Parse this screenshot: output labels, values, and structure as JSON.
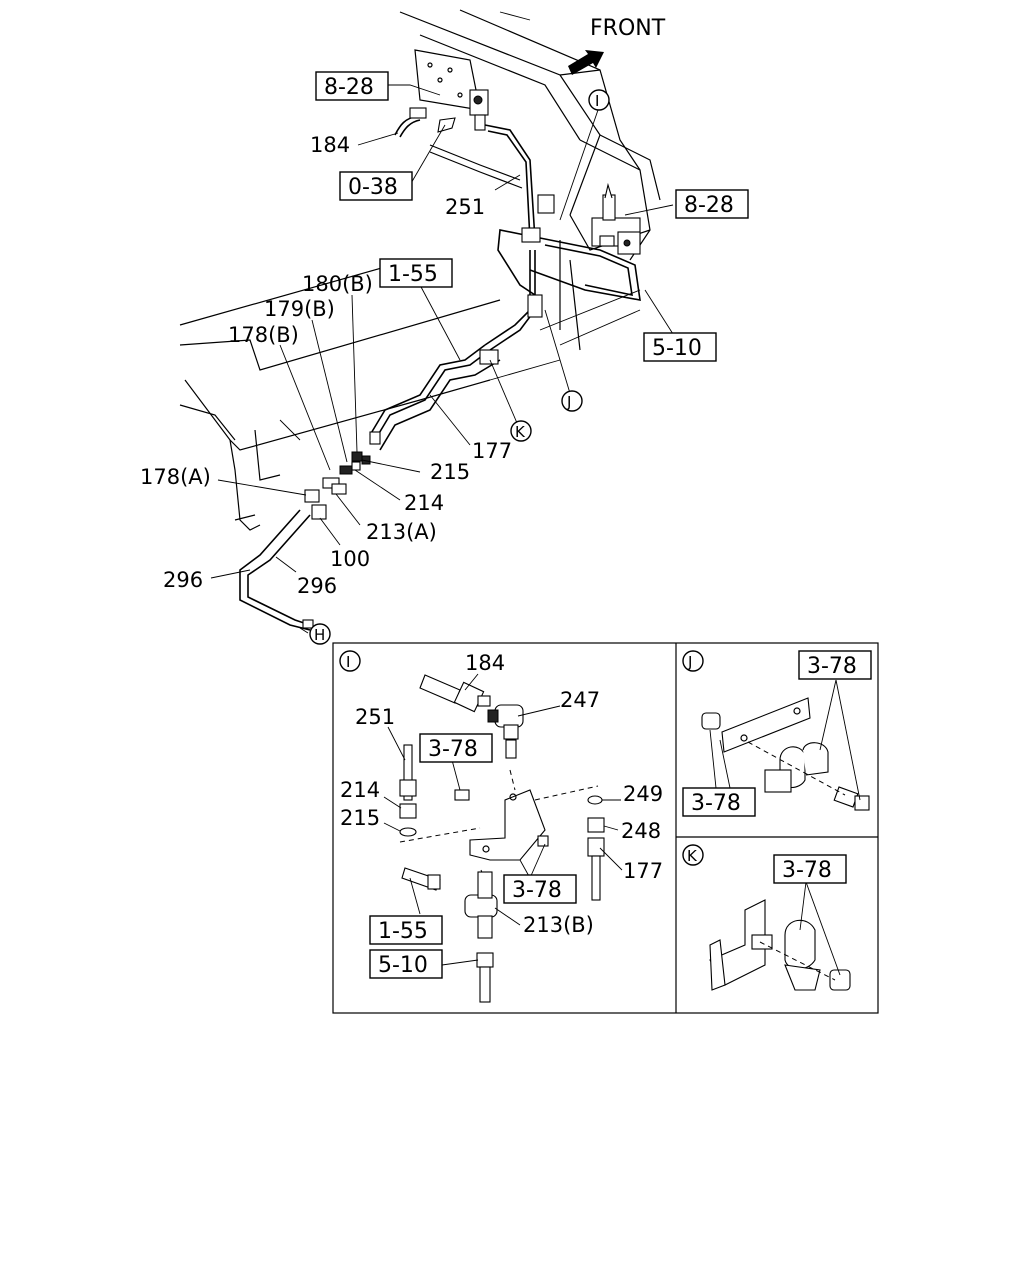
{
  "header": {
    "front_label": "FRONT"
  },
  "refs": {
    "r828a": "8-28",
    "r038": "0-38",
    "r828b": "8-28",
    "r155": "1-55",
    "r510": "5-10",
    "d155": "1-55",
    "d510": "5-10",
    "d378a": "3-78",
    "d378b": "3-78",
    "j378a": "3-78",
    "j378b": "3-78",
    "k378": "3-78"
  },
  "callouts": {
    "c184": "184",
    "c251": "251",
    "c180b": "180(B)",
    "c179b": "179(B)",
    "c178b": "178(B)",
    "c178a": "178(A)",
    "c215": "215",
    "c214": "214",
    "c213a": "213(A)",
    "c100": "100",
    "c177": "177",
    "c296a": "296",
    "c296b": "296",
    "d184": "184",
    "d247": "247",
    "d251": "251",
    "d214": "214",
    "d215": "215",
    "d249": "249",
    "d248": "248",
    "d177": "177",
    "d213b": "213(B)"
  },
  "markers": {
    "mI": "I",
    "mJ": "J",
    "mK": "K",
    "mH": "H",
    "pI": "I",
    "pJ": "J",
    "pK": "K"
  }
}
